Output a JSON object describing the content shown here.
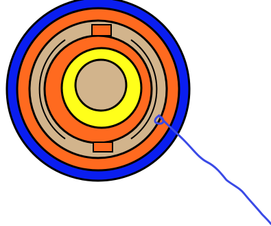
{
  "figure": {
    "subject": "concentric-ring-cross-section",
    "colors": {
      "background": "#ffffff",
      "outline": "#000000",
      "outer_band": "#0a1ef0",
      "orange_band": "#ff6a1f",
      "tan_band": "#d2b48c",
      "yellow_band": "#ffff1a",
      "core": "#d2b48c",
      "cable": "#3a4ae6"
    },
    "ring_order_outer_to_inner": [
      "outer_band",
      "orange_band",
      "tan_band",
      "orange_band",
      "yellow_band",
      "core"
    ],
    "spacer_tabs": [
      "top",
      "bottom"
    ],
    "annotations": [
      "freehand-lead-line"
    ]
  }
}
